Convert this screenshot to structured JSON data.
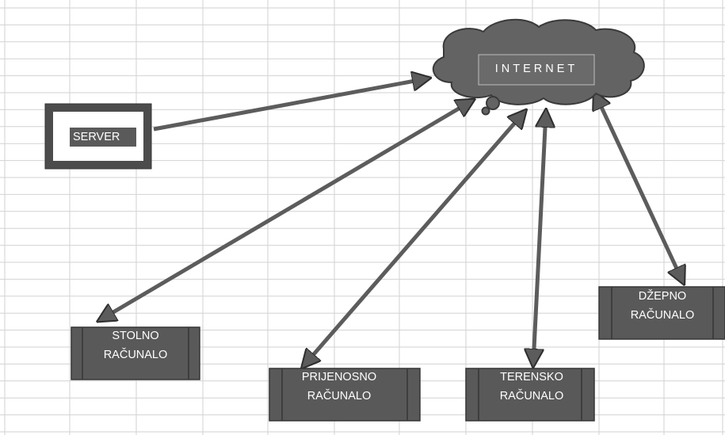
{
  "nodes": {
    "server": "SERVER",
    "internet": "INTERNET",
    "stolno": [
      "STOLNO",
      "RAČUNALO"
    ],
    "prijenosno": [
      "PRIJENOSNO",
      "RAČUNALO"
    ],
    "terensko": [
      "TERENSKO",
      "RAČUNALO"
    ],
    "dzepno": [
      "DŽEPNO",
      "RAČUNALO"
    ]
  },
  "colors": {
    "box_fill": "#595959",
    "box_stroke": "#3a3a3a",
    "arrow": "#5c5c5c",
    "cloud": "#626262",
    "grid": "#cfcfcf",
    "label_text": "#ffffff"
  }
}
